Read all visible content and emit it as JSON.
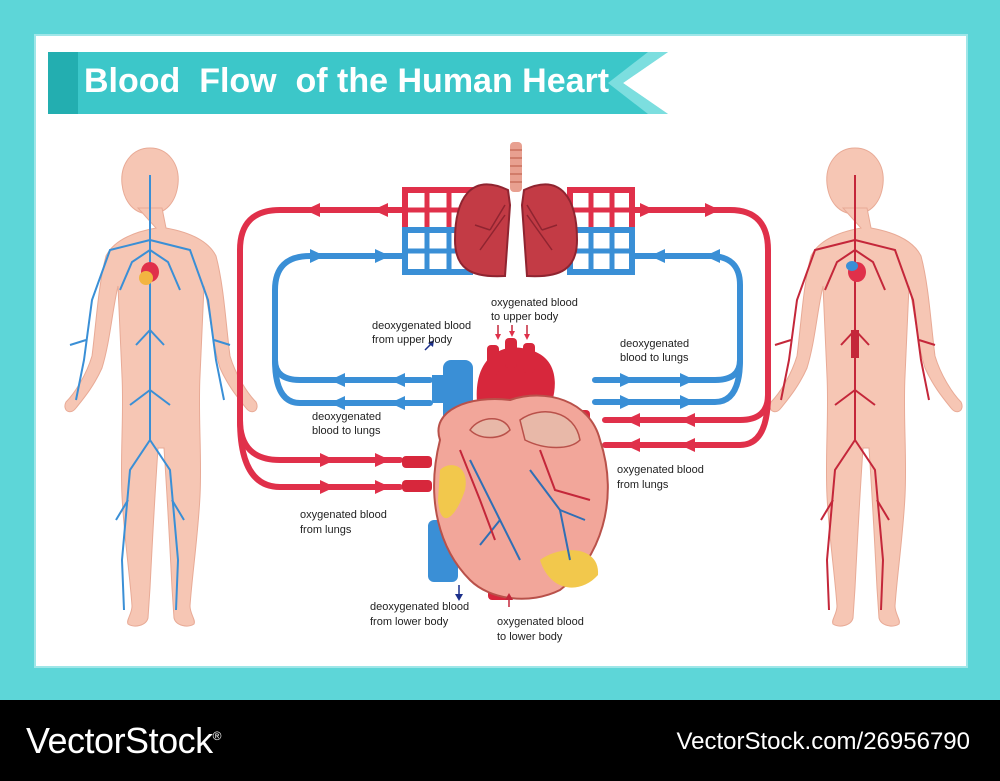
{
  "title": "Blood  Flow  of the Human Heart",
  "colors": {
    "background": "#5dd6d8",
    "banner": "#3cc7c9",
    "oxygenated": "#e0304a",
    "deoxygenated": "#3a8fd6",
    "skin": "#f6c6b4"
  },
  "labels": {
    "deoxy_upper_body": [
      "deoxygenated blood",
      "from upper body"
    ],
    "oxy_upper_body": [
      "oxygenated blood",
      "to upper body"
    ],
    "deoxy_to_lungs_right": [
      "deoxygenated",
      "blood to lungs"
    ],
    "deoxy_to_lungs_left": [
      "deoxygenated",
      "blood to lungs"
    ],
    "oxy_from_lungs_right": [
      "oxygenated blood",
      "from lungs"
    ],
    "oxy_from_lungs_left": [
      "oxygenated blood",
      "from lungs"
    ],
    "deoxy_lower_body": [
      "deoxygenated blood",
      "from lower body"
    ],
    "oxy_lower_body": [
      "oxygenated blood",
      "to lower body"
    ]
  },
  "footer": {
    "brand": "VectorStock",
    "brand_mark": "®",
    "url": "VectorStock.com/26956790"
  },
  "icons": [
    "venous-body-figure",
    "arterial-body-figure",
    "lungs-icon",
    "heart-icon",
    "arrow-icon"
  ]
}
